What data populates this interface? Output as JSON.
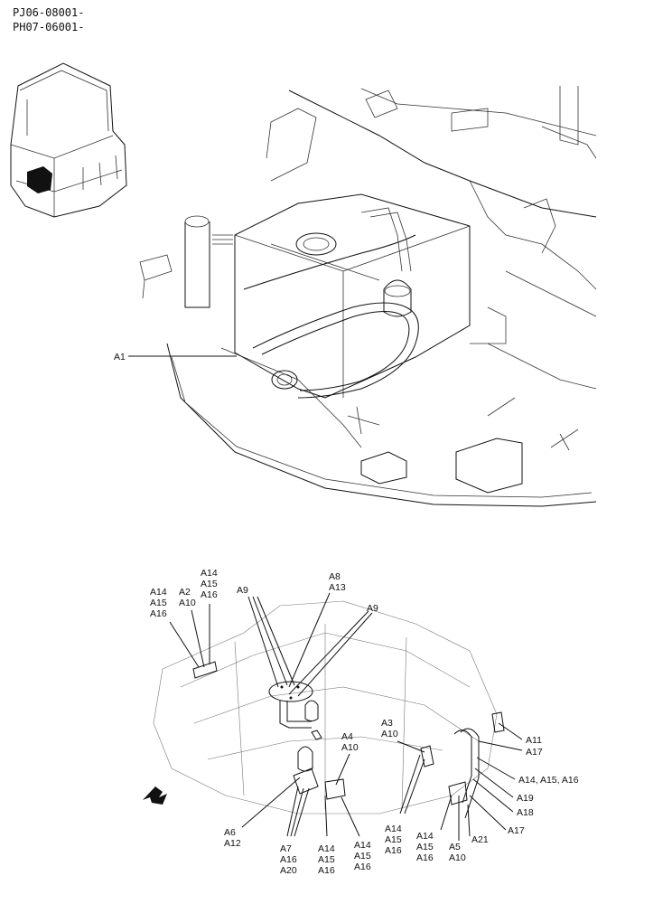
{
  "header": {
    "line1": "PJ06-08001-",
    "line2": "PH07-06001-"
  },
  "callouts": {
    "top_a1": "A1",
    "g1": [
      "A14",
      "A15",
      "A16"
    ],
    "g2": [
      "A2",
      "A10"
    ],
    "g3": [
      "A14",
      "A15",
      "A16"
    ],
    "g4": "A9",
    "g5": [
      "A8",
      "A13"
    ],
    "g6": "A9",
    "g7": [
      "A4",
      "A10"
    ],
    "g8": [
      "A3",
      "A10"
    ],
    "g9": "A11",
    "g10": "A17",
    "g11": "A14, A15, A16",
    "g12": "A19",
    "g13": "A18",
    "g14": "A17",
    "g15": "A21",
    "g16": [
      "A6",
      "A12"
    ],
    "g17": [
      "A7",
      "A16",
      "A20"
    ],
    "g18": [
      "A14",
      "A15",
      "A16"
    ],
    "g19": [
      "A14",
      "A15",
      "A16"
    ],
    "g20": [
      "A14",
      "A15",
      "A16"
    ],
    "g21": [
      "A14",
      "A15",
      "A16"
    ],
    "g22": [
      "A5",
      "A10"
    ]
  }
}
